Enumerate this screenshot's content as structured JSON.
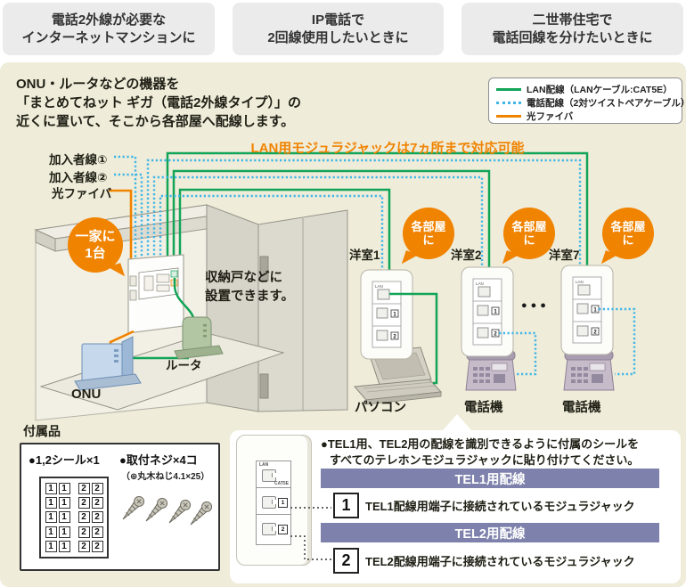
{
  "colors": {
    "lan_green": "#12a457",
    "tel_blue": "#3db6e8",
    "fiber_orange": "#f08300",
    "bar_purple": "#7d81ab",
    "badge_orange": "#f08300"
  },
  "use_cases": [
    {
      "line1": "電話2外線が必要な",
      "line2": "インターネットマンションに"
    },
    {
      "line1": "IP電話で",
      "line2": "2回線使用したいときに"
    },
    {
      "line1": "二世帯住宅で",
      "line2": "電話回線を分けたいときに"
    }
  ],
  "intro": {
    "line1": "ONU・ルータなどの機器を",
    "line2": "「まとめてねット ギガ（電話2外線タイプ）」の",
    "line3": "近くに置いて、そこから各部屋へ配線します。"
  },
  "legend": {
    "lan": "LAN配線（LANケーブル:CAT5E）",
    "tel": "電話配線（2対ツイストペアケーブル）",
    "fiber": "光ファイバ"
  },
  "diagram": {
    "headline": "LAN用モジュラジャックは7ヵ所まで対応可能",
    "subscriber_line1": "加入者線①",
    "subscriber_line2": "加入者線②",
    "fiber_label": "光ファイバ",
    "home_badge_line1": "一家に",
    "home_badge_line2": "1台",
    "closet_line1": "収納戸などに",
    "closet_line2": "設置できます。",
    "onu": "ONU",
    "router": "ルータ",
    "room_badge_line1": "各部屋",
    "room_badge_line2": "に",
    "rooms": [
      {
        "name": "洋室1",
        "device": "パソコン"
      },
      {
        "name": "洋室2",
        "device": "電話機"
      },
      {
        "name": "洋室7",
        "device": "電話機"
      }
    ],
    "ellipsis": "●●●",
    "plate": {
      "lan": "LAN",
      "cat5e": "CAT5E",
      "n1": "1",
      "n2": "2"
    }
  },
  "accessories": {
    "title": "付属品",
    "seals_label": "●1,2シール×1",
    "screws_label": "●取付ネジ×4コ",
    "screws_note": "（⊕丸木ねじ4.1×25）",
    "seal_rows": [
      [
        "1",
        "1",
        "2",
        "2"
      ],
      [
        "1",
        "1",
        "2",
        "2"
      ],
      [
        "1",
        "1",
        "2",
        "2"
      ],
      [
        "1",
        "1",
        "2",
        "2"
      ],
      [
        "1",
        "1",
        "2",
        "2"
      ]
    ]
  },
  "callout": {
    "note_line1": "●TEL1用、TEL2用の配線を識別できるように付属のシールを",
    "note_line2": "すべてのテレホンモジュラジャックに貼り付けてください。",
    "tel1_header": "TEL1用配線",
    "tel1_num": "1",
    "tel1_desc": "TEL1配線用端子に接続されているモジュラジャック",
    "tel2_header": "TEL2用配線",
    "tel2_num": "2",
    "tel2_desc": "TEL2配線用端子に接続されているモジュラジャック"
  }
}
